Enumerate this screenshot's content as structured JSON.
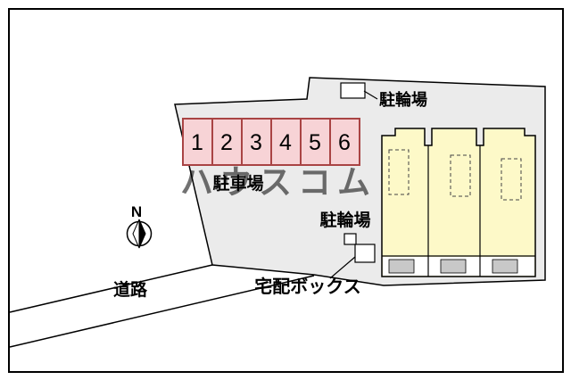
{
  "plan": {
    "north_label": "N",
    "road_label": "道路",
    "parking": {
      "label": "駐車場",
      "spaces": [
        "1",
        "2",
        "3",
        "4",
        "5",
        "6"
      ]
    },
    "bicycle_parking_top_label": "駐輪場",
    "bicycle_parking_side_label": "駐輪場",
    "delivery_box_label": "宅配ボックス",
    "watermark": "ハウスコム",
    "colors": {
      "parcel_fill": "#ebebeb",
      "parking_fill": "#f7d3d6",
      "parking_border": "#a94444",
      "building_fill": "#fdf9c8",
      "entrance_fill": "#c8c8c8",
      "watermark_color": "#c9c9c9",
      "outline": "#000000"
    }
  }
}
